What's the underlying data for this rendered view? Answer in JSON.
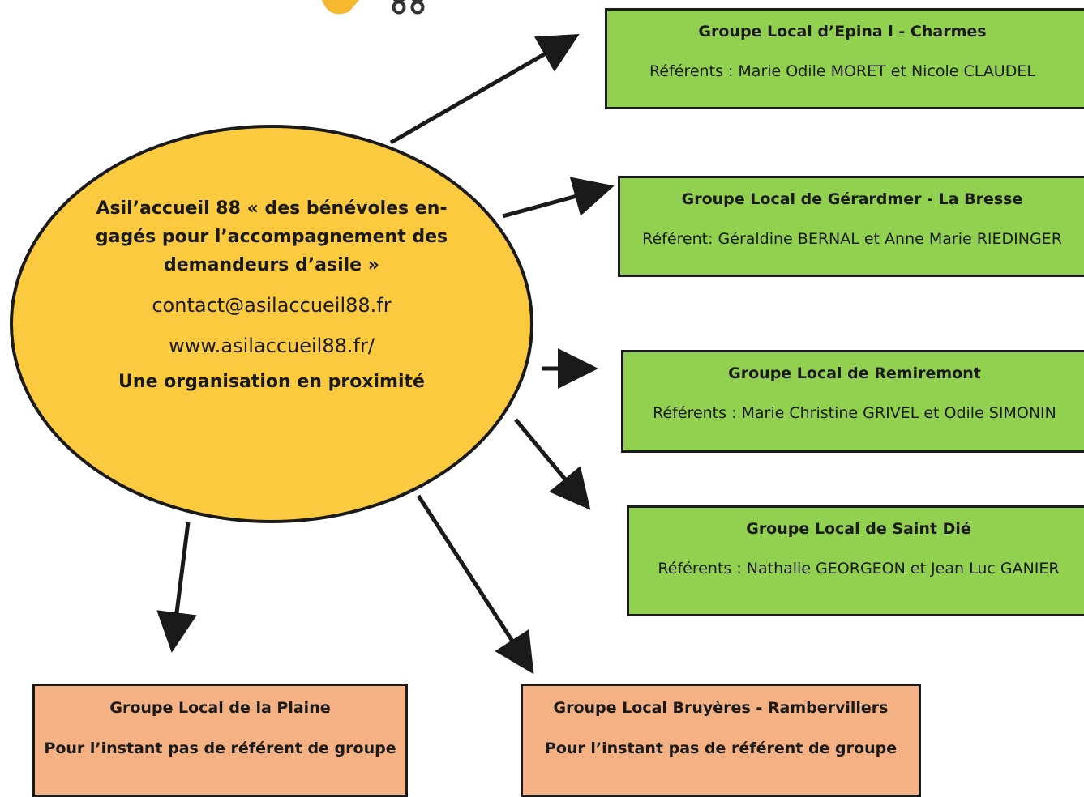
{
  "center": {
    "line1": "Asil’accueil 88 « des bénévoles en-",
    "line2": "gagés pour l’accompagnement des",
    "line3": "demandeurs d’asile »",
    "email": "contact@asilaccueil88.fr",
    "website": "www.asilaccueil88.fr/",
    "tagline": "Une organisation en proximité"
  },
  "groups": [
    {
      "title": "Groupe Local d’Epina l - Charmes",
      "referents": "Référents : Marie Odile MORET et Nicole CLAUDEL"
    },
    {
      "title": "Groupe Local de Gérardmer  - La Bresse",
      "referents": "Référent: Géraldine BERNAL  et Anne Marie  RIEDINGER"
    },
    {
      "title": "Groupe Local de Remiremont",
      "referents": "Référents : Marie Christine GRIVEL et Odile SIMONIN"
    },
    {
      "title": "Groupe Local de Saint Dié",
      "referents": "Référents : Nathalie GEORGEON  et Jean Luc GANIER"
    },
    {
      "title": "Groupe Local de la Plaine",
      "referents": "Pour l’instant pas de référent de groupe"
    },
    {
      "title": "Groupe Local Bruyères - Rambervillers",
      "referents": "Pour l’instant pas de référent de groupe"
    }
  ],
  "colors": {
    "center_fill": "#fcca3f",
    "green_box": "#92d050",
    "orange_box": "#f4b183",
    "stroke": "#1a1a1a"
  }
}
